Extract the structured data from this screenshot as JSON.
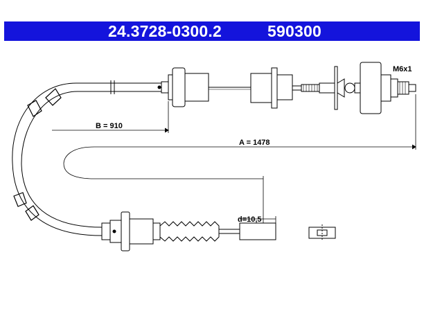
{
  "header": {
    "part_number": "24.3728-0300.2",
    "reference_number": "590300",
    "background_color": "#1414dc"
  },
  "dimensions": {
    "length_a": "A = 1478",
    "length_b": "B = 910",
    "thread": "M6x1",
    "diameter": "d=10,5"
  }
}
